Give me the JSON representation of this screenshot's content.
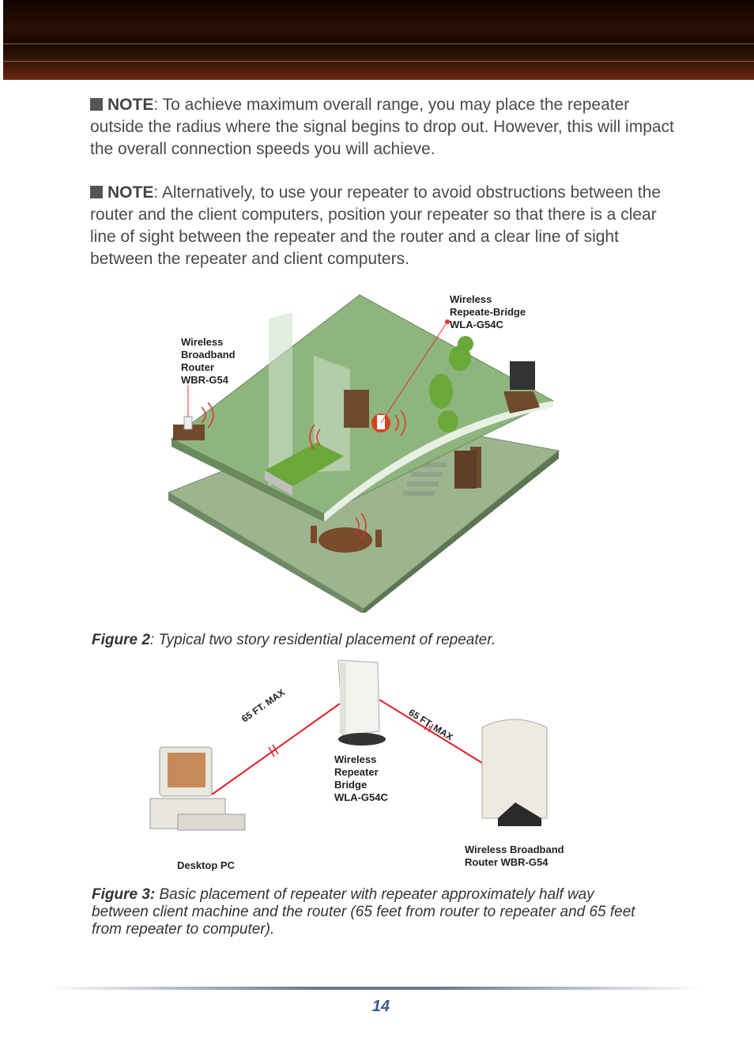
{
  "notes": [
    {
      "label": "NOTE",
      "text": ": To achieve maximum overall range, you may place the repeater outside the radius where the signal begins to drop out. However, this will impact the overall connection speeds you will achieve."
    },
    {
      "label": "NOTE",
      "text": ": Alternatively, to use your repeater to avoid obstructions between the router and the client computers, position your repeater so that there is a clear line of sight between the repeater and the router and a clear line of sight between the repeater and client computers."
    }
  ],
  "figure2": {
    "label": "Figure 2",
    "caption": ":  Typical two story residential placement of repeater.",
    "repeater_label": "Wireless\nRepeate-Bridge\nWLA-G54C",
    "router_label": "Wireless\nBroadband\nRouter\nWBR-G54"
  },
  "figure3": {
    "label": "Figure 3:",
    "caption": " Basic placement of repeater with repeater approximately half way between client machine and the router (65 feet from router to repeater and 65 feet from repeater to computer).",
    "distance_left": "65 FT. MAX",
    "distance_right": "65 FT. MAX",
    "repeater_label": "Wireless\nRepeater\nBridge\nWLA-G54C",
    "router_label": "Wireless Broadband\nRouter WBR-G54",
    "pc_label": "Desktop PC"
  },
  "page_number": "14"
}
